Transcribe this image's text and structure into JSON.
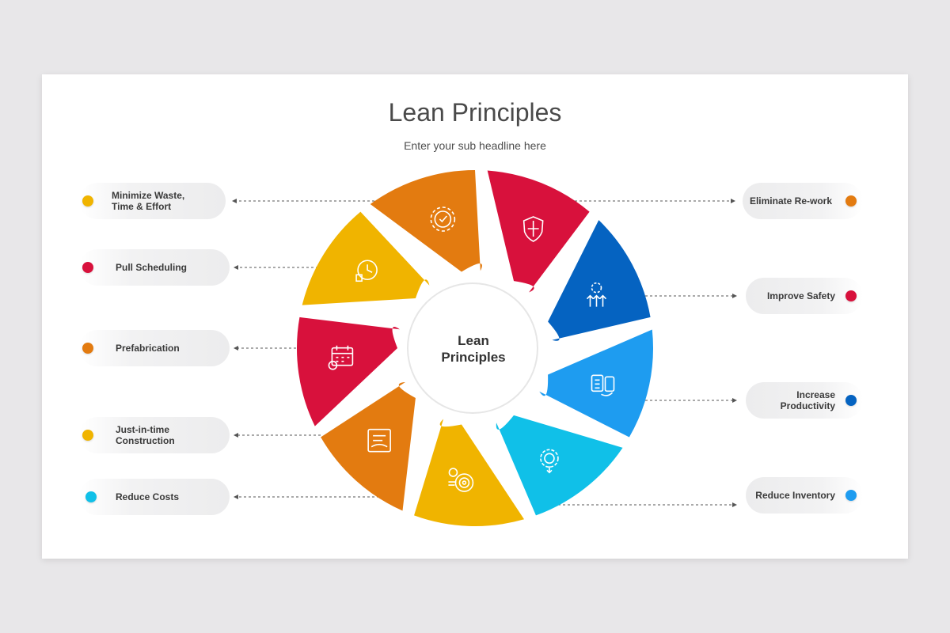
{
  "title": "Lean Principles",
  "subtitle": "Enter your sub headline here",
  "center_label": "Lean\nPrinciples",
  "colors": {
    "yellow": "#f0b400",
    "orange": "#e37b10",
    "red": "#d8113c",
    "blue": "#0563c1",
    "light_blue": "#1e9cf0",
    "cyan": "#10c0e8"
  },
  "left_items": [
    {
      "label": "Minimize Waste,\nTime & Effort",
      "color": "#f0b400"
    },
    {
      "label": "Pull Scheduling",
      "color": "#d8113c"
    },
    {
      "label": "Prefabrication",
      "color": "#e37b10"
    },
    {
      "label": "Just-in-time\nConstruction",
      "color": "#f0b400"
    },
    {
      "label": "Reduce Costs",
      "color": "#10c0e8"
    }
  ],
  "right_items": [
    {
      "label": "Eliminate Re-work",
      "color": "#e37b10"
    },
    {
      "label": "Improve Safety",
      "color": "#d8113c"
    },
    {
      "label": "Increase\nProductivity",
      "color": "#0563c1"
    },
    {
      "label": "Reduce Inventory",
      "color": "#1e9cf0"
    }
  ],
  "segments": [
    {
      "color": "#f0b400",
      "icon": "clock-icon"
    },
    {
      "color": "#e37b10",
      "icon": "gear-check-icon"
    },
    {
      "color": "#d8113c",
      "icon": "shield-icon"
    },
    {
      "color": "#0563c1",
      "icon": "productivity-gear-icon"
    },
    {
      "color": "#1e9cf0",
      "icon": "checklist-icon"
    },
    {
      "color": "#10c0e8",
      "icon": "gear-down-icon"
    },
    {
      "color": "#f0b400",
      "icon": "target-icon"
    },
    {
      "color": "#e37b10",
      "icon": "contract-icon"
    },
    {
      "color": "#d8113c",
      "icon": "calendar-icon"
    }
  ]
}
